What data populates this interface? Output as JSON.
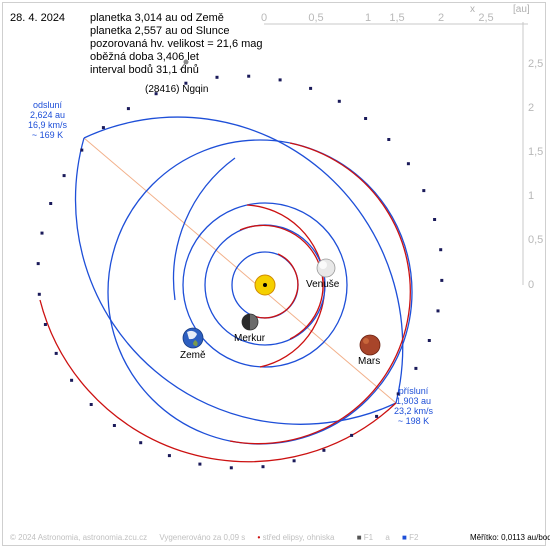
{
  "header": {
    "date": "28. 4. 2024",
    "info_lines": [
      "planetka 3,014 au od Země",
      "planetka 2,557 au od Slunce",
      "pozorovaná hv. velikost = 21,6 mag",
      "oběžná doba 3,406 let",
      "interval bodů 31,1 dnů"
    ]
  },
  "axes": {
    "x_label": "x",
    "unit": "[au]",
    "x_ticks": [
      "0",
      "0,5",
      "1",
      "1,5",
      "2",
      "2,5"
    ],
    "y_ticks": [
      "2,5",
      "2",
      "1,5",
      "1",
      "0,5",
      "0"
    ]
  },
  "asteroid": {
    "name": "(28416) Ngqin"
  },
  "aphelion": {
    "title": "odsluní",
    "distance": "2,624 au",
    "speed": "16,9 km/s",
    "temp": "~ 169 K"
  },
  "perihelion": {
    "title": "přísluní",
    "distance": "1,903 au",
    "speed": "23,2 km/s",
    "temp": "~ 198 K"
  },
  "planets": {
    "mercury": "Merkur",
    "venus": "Venuše",
    "earth": "Země",
    "mars": "Mars"
  },
  "footer": {
    "copyright": "© 2024 Astronomia, astronomia.zcu.cz",
    "generated": "Vygenerováno za 0,09 s",
    "ellipse_center": "střed elipsy, ohniska",
    "f1": "F1",
    "a": "a",
    "f2": "F2",
    "scale": "Měřítko: 0,0113 au/bod"
  },
  "colors": {
    "ascending": "#1e4fd8",
    "descending": "#cc1111",
    "apsides_line": "#f0b090",
    "sun": "#f5d000"
  }
}
